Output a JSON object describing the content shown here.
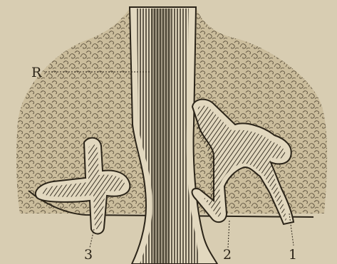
{
  "figure": {
    "labels": {
      "r": "R",
      "one": "1",
      "two": "2",
      "three": "3"
    },
    "colors": {
      "paper": "#d8cdb2",
      "tissue": "#cbbd9c",
      "ink": "#2b2418",
      "cavity": "#3b3226"
    }
  }
}
